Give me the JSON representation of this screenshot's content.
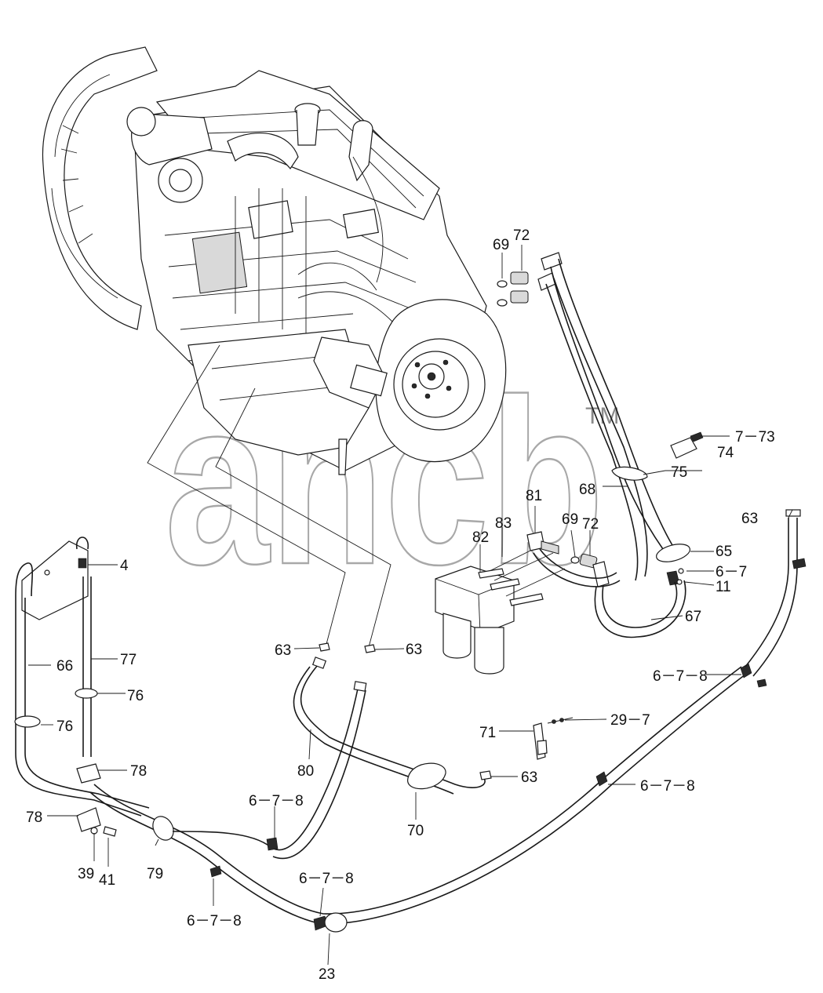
{
  "watermark": {
    "letters": "ancb",
    "tm": "TM"
  },
  "callouts": {
    "c72a": "72",
    "c69a": "69",
    "c7_73": "7－73",
    "c74": "74",
    "c75": "75",
    "c68": "68",
    "c81": "81",
    "c83": "83",
    "c82": "82",
    "c69b": "69",
    "c72b": "72",
    "c63a": "63",
    "c65": "65",
    "c6_7": "6－7",
    "c11": "11",
    "c67": "67",
    "c4": "4",
    "c66": "66",
    "c77": "77",
    "c76a": "76",
    "c76b": "76",
    "c63b": "63",
    "c63c": "63",
    "c6_7_8a": "6－7－8",
    "c29_7": "29－7",
    "c71": "71",
    "c80": "80",
    "c78a": "78",
    "c63d": "63",
    "c6_7_8b": "6－7－8",
    "c6_7_8c": "6－7－8",
    "c78b": "78",
    "c70": "70",
    "c39": "39",
    "c41": "41",
    "c79": "79",
    "c6_7_8d": "6－7－8",
    "c6_7_8e": "6－7－8",
    "c23": "23"
  },
  "icons": [
    "engine-illustration",
    "fuel-filter-assembly",
    "hose-clamp",
    "relay-connector"
  ]
}
